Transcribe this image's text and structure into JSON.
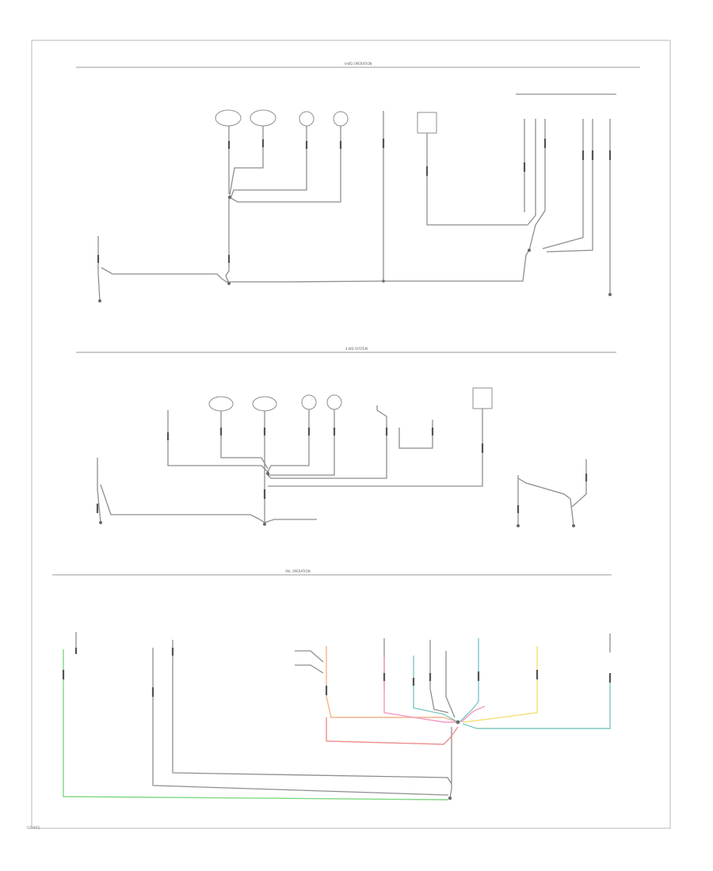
{
  "diagram": {
    "sections": [
      {
        "title": "4-WD OPERATION"
      },
      {
        "title": "4-WD SYSTEM"
      },
      {
        "title": "PAL OPERATION"
      }
    ],
    "footer_code": "G0401"
  },
  "colors": {
    "wire": "#8e8e8e",
    "green": "#7fd87f",
    "orange": "#f4b48a",
    "red": "#ee8e8e",
    "pink": "#f29ac4",
    "teal": "#7fc8c4",
    "yellow": "#f2e27a"
  }
}
